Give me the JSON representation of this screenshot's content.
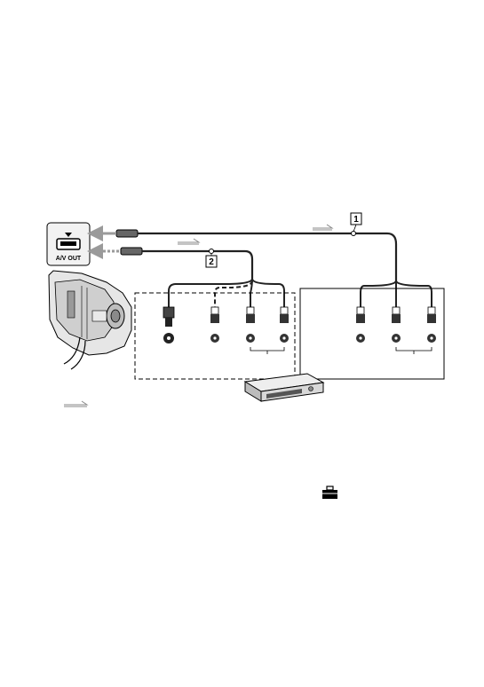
{
  "callouts": {
    "cable_1": "1",
    "cable_2": "2"
  },
  "jack_panel": {
    "label": "A/V OUT"
  },
  "colors": {
    "cable": "#222222",
    "cable_shadow": "#888888",
    "signal_arrow": "#9a9a9a",
    "dashed_box": "#000000",
    "device_body": "#d8d8d8",
    "panel_fill": "#f2f2f2"
  },
  "icons": {
    "camera": "camcorder-icon",
    "vcr": "vcr-icon",
    "toolbox": "toolbox-icon",
    "signal_flow": "signal-flow-arrow-icon"
  }
}
